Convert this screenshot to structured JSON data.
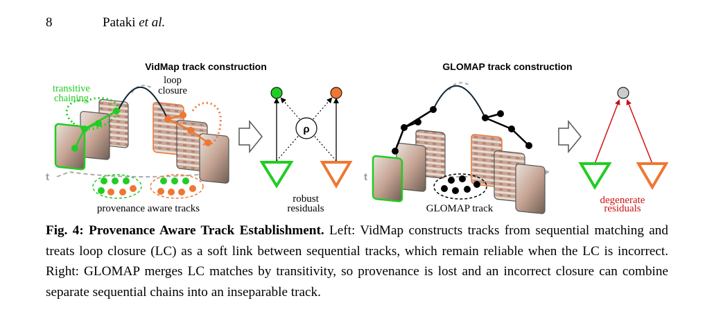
{
  "header": {
    "page_number": "8",
    "authors": "Pataki",
    "et_al": "et al."
  },
  "figure": {
    "left_title": "VidMap track construction",
    "right_title": "GLOMAP track construction",
    "transitive_line1": "transitive",
    "transitive_line2": "chaining",
    "loop_line1": "loop",
    "loop_line2": "closure",
    "t_label": "t",
    "rho": "ρ",
    "provenance_label": "provenance aware tracks",
    "robust_line1": "robust",
    "robust_line2": "residuals",
    "glomap_track_label": "GLOMAP track",
    "degenerate_line1": "degenerate",
    "degenerate_line2": "residuals",
    "colors": {
      "green": "#22cc22",
      "orange": "#ee7733",
      "red": "#cc1111",
      "gray_point": "#cccccc"
    }
  },
  "caption": {
    "label": "Fig. 4: Provenance Aware Track Establishment.",
    "text": " Left: VidMap constructs tracks from sequential matching and treats loop closure (LC) as a soft link between sequential tracks, which remain reliable when the LC is incorrect. Right: GLOMAP merges LC matches by transitivity, so provenance is lost and an incorrect closure can combine separate sequential chains into an inseparable track."
  }
}
